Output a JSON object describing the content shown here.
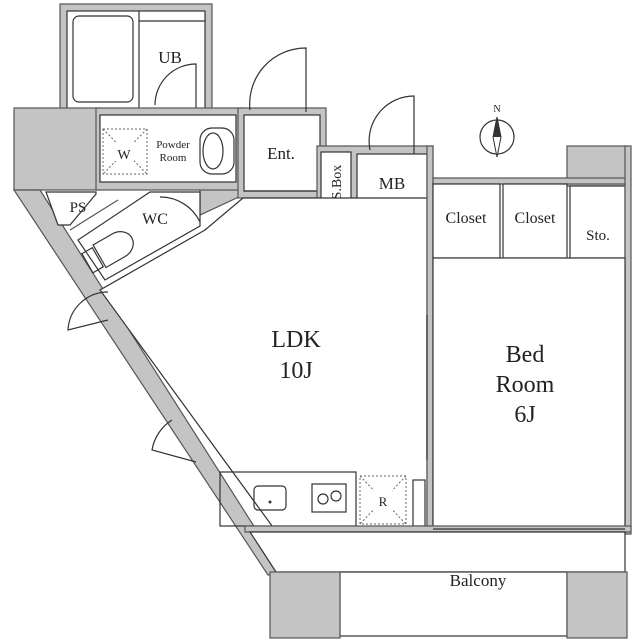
{
  "rooms": {
    "ub": "UB",
    "washer": "W",
    "powder_1": "Powder",
    "powder_2": "Room",
    "entrance": "Ent.",
    "shoe_box": "S.Box",
    "meter_box": "MB",
    "pipe_space": "PS",
    "wc": "WC",
    "ldk_1": "LDK",
    "ldk_2": "10J",
    "closet_1": "Closet",
    "closet_2": "Closet",
    "storage": "Sto.",
    "bed_1": "Bed",
    "bed_2": "Room",
    "bed_3": "6J",
    "fridge": "R",
    "balcony": "Balcony",
    "north": "N"
  },
  "colors": {
    "wall": "#c4c4c4",
    "line": "#333333"
  }
}
